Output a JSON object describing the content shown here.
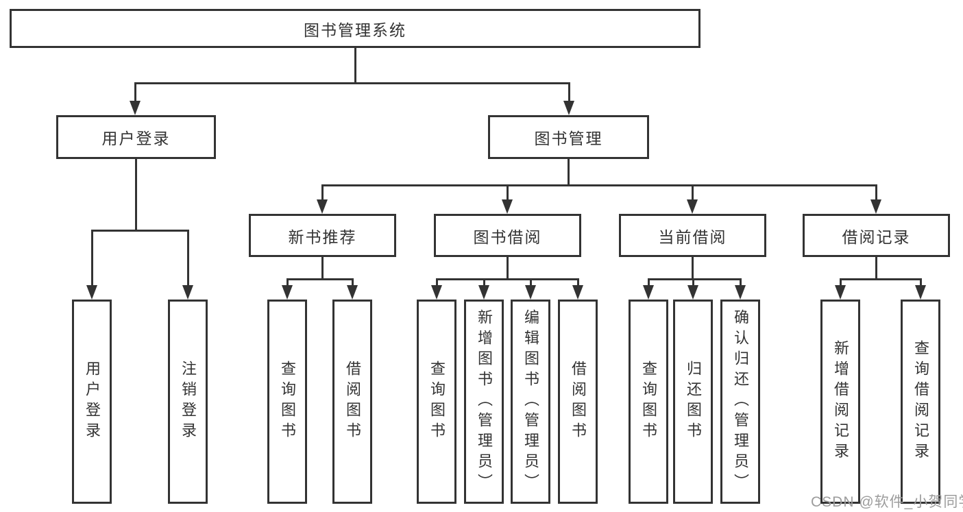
{
  "tree": {
    "label": "图书管理系统",
    "children": [
      {
        "label": "用户登录",
        "children": [
          {
            "label": "用户登录"
          },
          {
            "label": "注销登录"
          }
        ]
      },
      {
        "label": "图书管理",
        "children": [
          {
            "label": "新书推荐",
            "children": [
              {
                "label": "查询图书"
              },
              {
                "label": "借阅图书"
              }
            ]
          },
          {
            "label": "图书借阅",
            "children": [
              {
                "label": "查询图书"
              },
              {
                "label": "新增图书（管理员）"
              },
              {
                "label": "编辑图书（管理员）"
              },
              {
                "label": "借阅图书"
              }
            ]
          },
          {
            "label": "当前借阅",
            "children": [
              {
                "label": "查询图书"
              },
              {
                "label": "归还图书"
              },
              {
                "label": "确认归还（管理员）"
              }
            ]
          },
          {
            "label": "借阅记录",
            "children": [
              {
                "label": "新增借阅记录"
              },
              {
                "label": "查询借阅记录"
              }
            ]
          }
        ]
      }
    ]
  },
  "watermark": {
    "text": "CSDN @软件_小贺同学"
  },
  "colors": {
    "line": "#333333",
    "node_border": "#333333",
    "node_fill": "#ffffff",
    "text": "#333333",
    "watermark_text": "#9c9c9c",
    "background": "#ffffff"
  }
}
